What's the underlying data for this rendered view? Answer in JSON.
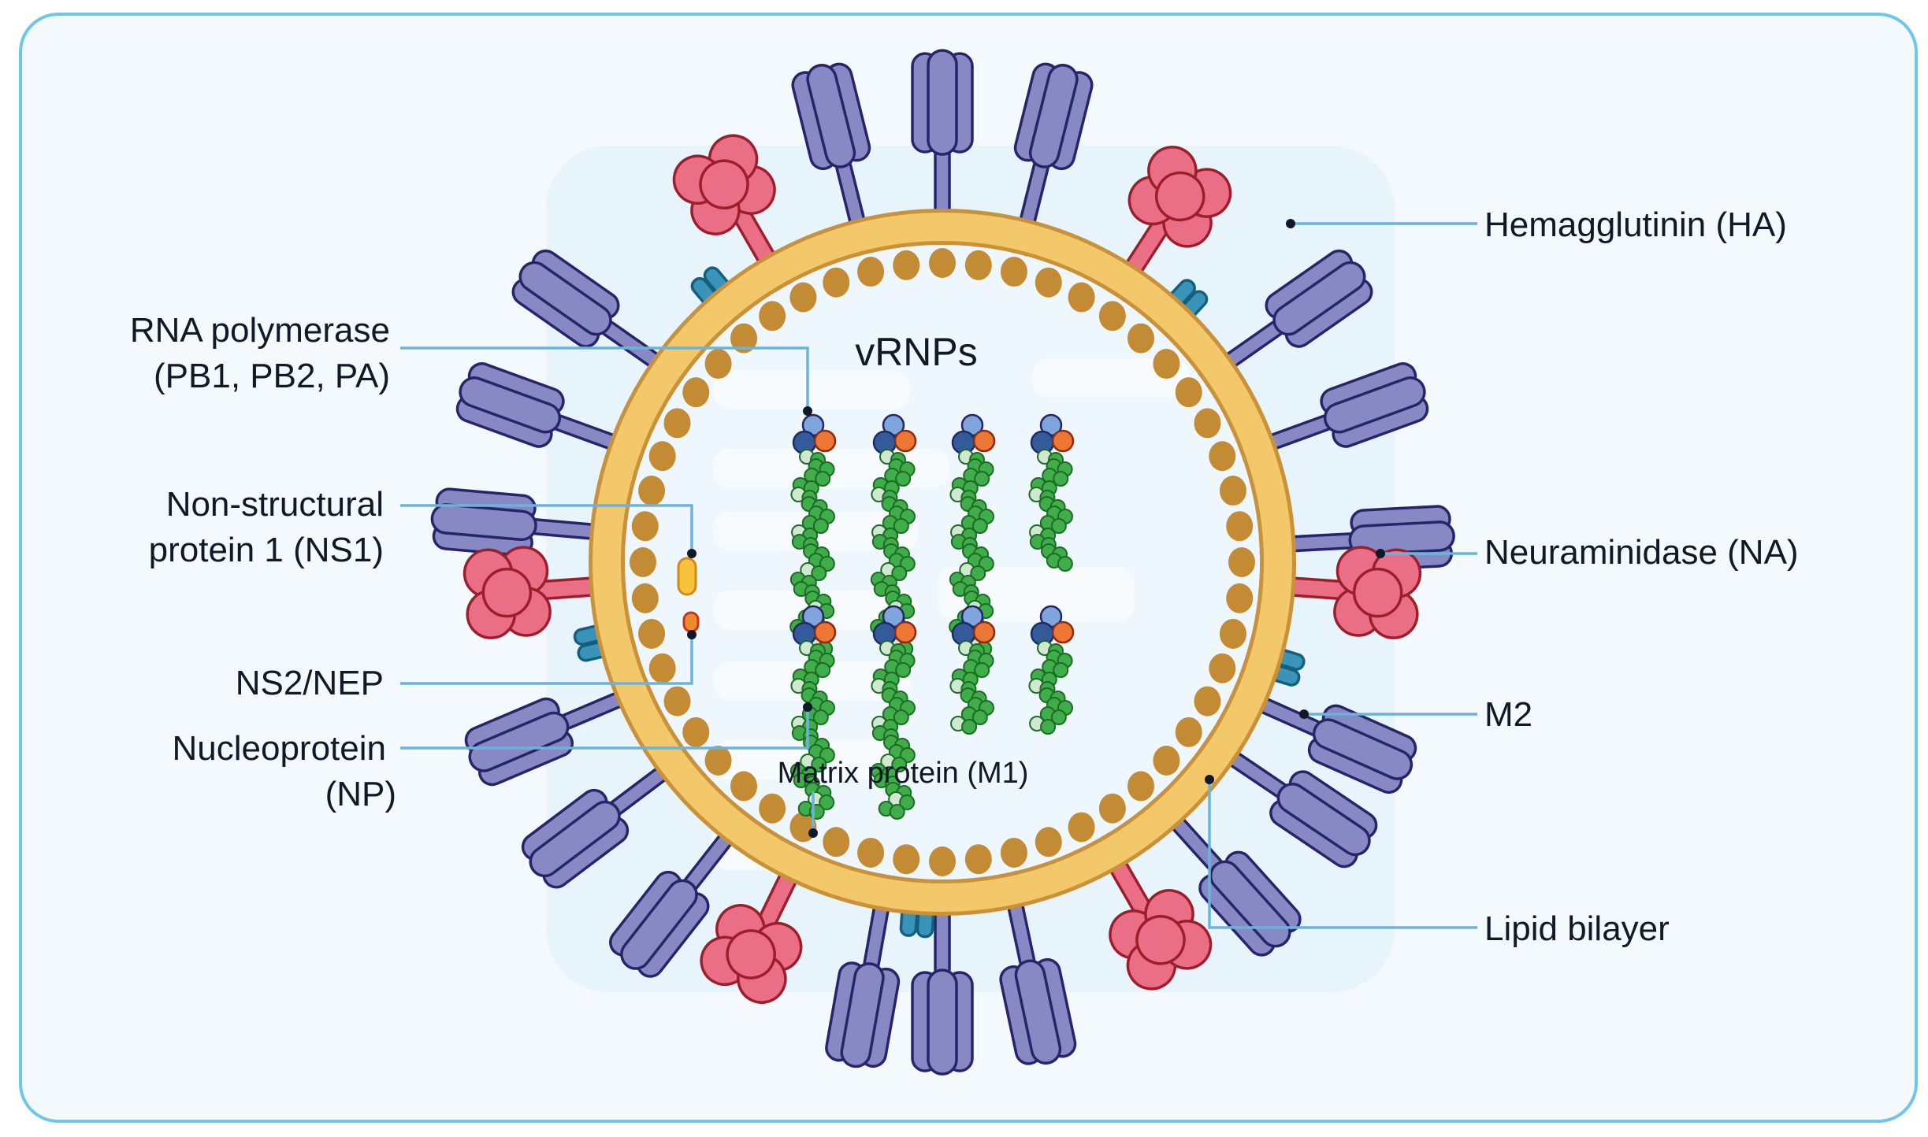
{
  "title": "Influenza virus structure",
  "center_label": "vRNPs",
  "labels": {
    "rna_polymerase": [
      "RNA polymerase",
      "(PB1, PB2, PA)"
    ],
    "ns1": [
      "Non-structural",
      "protein 1 (NS1)"
    ],
    "ns2": [
      "NS2/NEP"
    ],
    "nucleoprotein": [
      "Nucleoprotein",
      "(NP)"
    ],
    "matrix": [
      "Matrix protein (M1)"
    ],
    "hemagglutinin": [
      "Hemagglutinin (HA)"
    ],
    "neuraminidase": [
      "Neuraminidase (NA)"
    ],
    "m2": [
      "M2"
    ],
    "lipid_bilayer": [
      "Lipid bilayer"
    ]
  },
  "colors": {
    "frame_border": "#6ec6ea",
    "background": "#f3f9fd",
    "hemagglutinin": "#8889c4",
    "neuraminidase": "#ea6f86",
    "m2": "#3a93b8",
    "membrane": "#f2c86a",
    "membrane_edge": "#c9913a",
    "matrix_m1": "#c38b33",
    "np_green": "#3fae4a",
    "pb1": "#7fa6dc",
    "pb2": "#355a9a",
    "pa": "#ec7634",
    "ns1": "#f5c23a",
    "ns2": "#ee8a2e",
    "leader": "#6ab4dc"
  },
  "vrnp_count": 8
}
